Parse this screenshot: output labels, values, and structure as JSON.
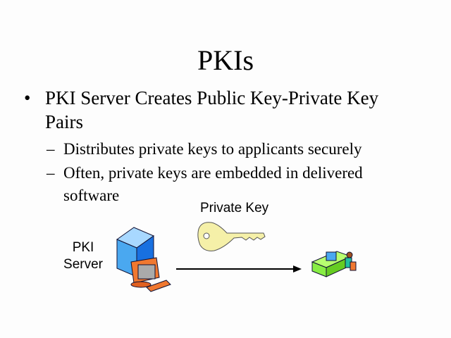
{
  "slide": {
    "title": "PKIs",
    "bullet": {
      "marker": "•",
      "line1": "PKI Server Creates Public Key-Private Key",
      "line2": "Pairs"
    },
    "sub_bullets": [
      {
        "marker": "–",
        "line1": "Distributes private keys to applicants securely"
      },
      {
        "marker": "–",
        "line1": "Often, private keys are embedded in delivered",
        "line2": "software"
      }
    ]
  },
  "diagram": {
    "server_label_line1": "PKI",
    "server_label_line2": "Server",
    "key_label": "Private Key",
    "colors": {
      "key": "#f5f0a8",
      "server": "#4aa8f0",
      "monitor": "#f07830",
      "desk": "#88ee44"
    }
  }
}
